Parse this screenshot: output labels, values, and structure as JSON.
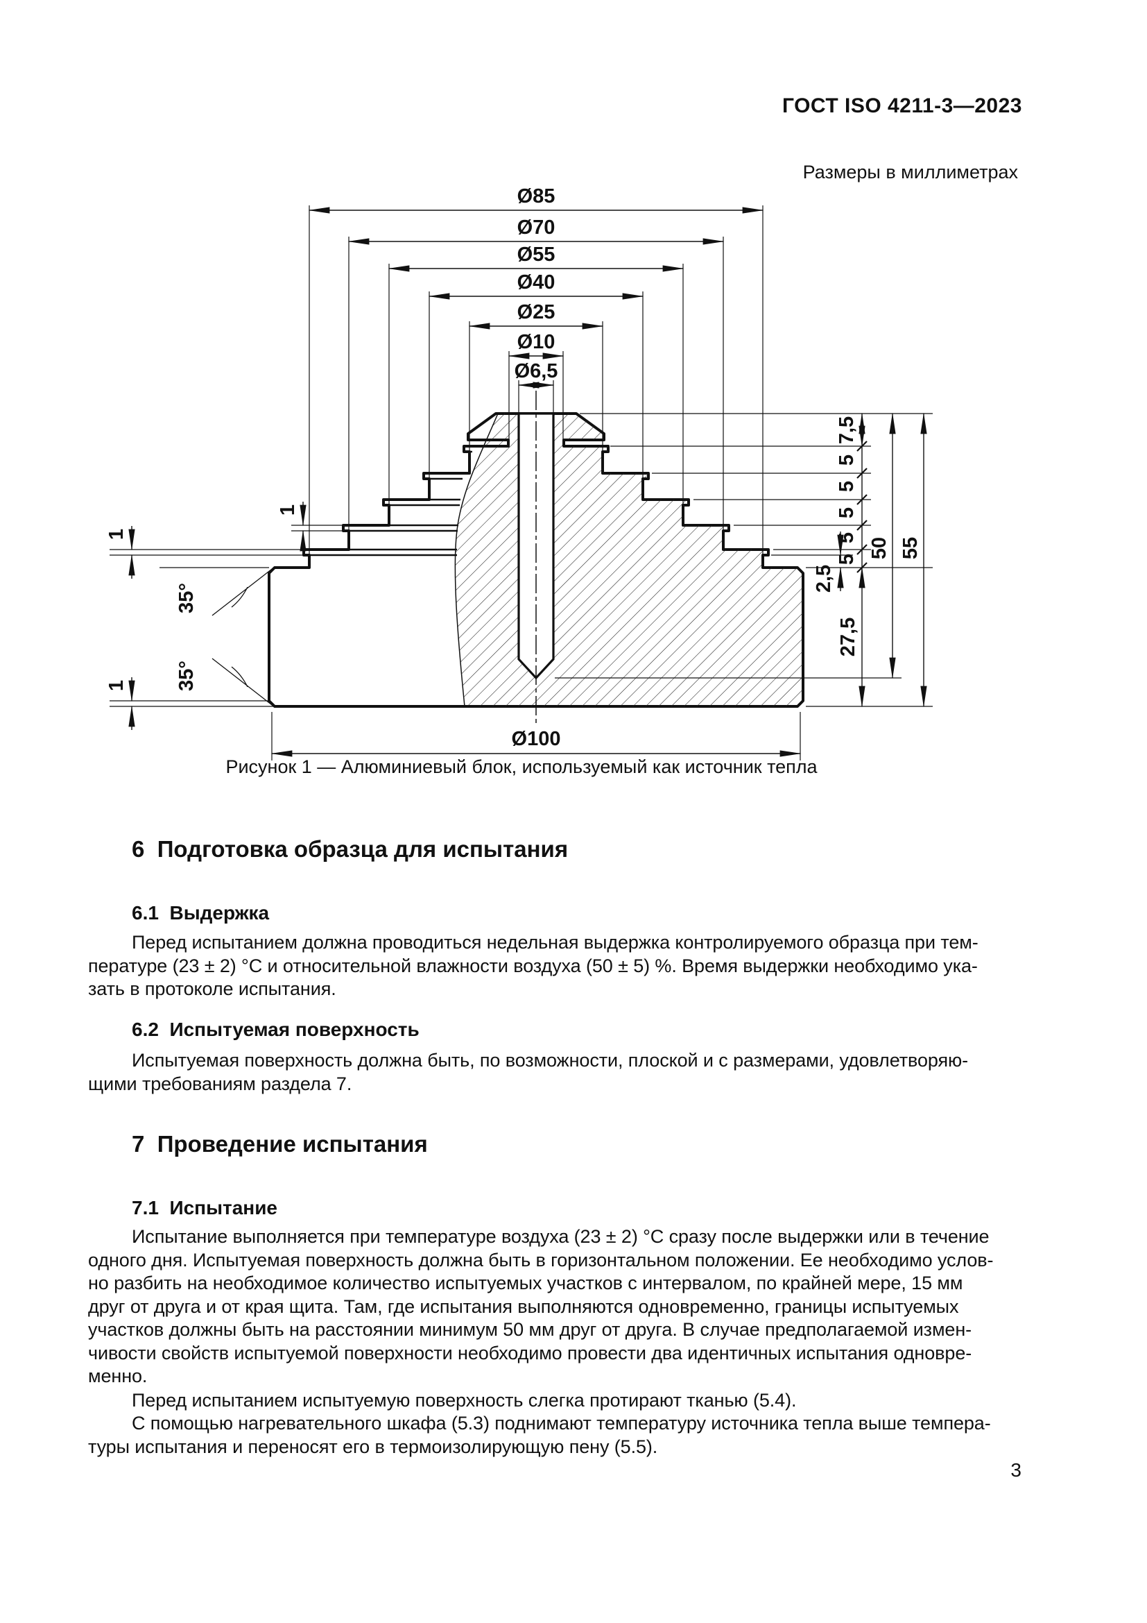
{
  "page": {
    "standard_code": "ГОСТ ISO 4211-3—2023",
    "units_note": "Размеры в миллиметрах",
    "page_number": "3"
  },
  "figure": {
    "caption": "Рисунок 1 — Алюминиевый блок, используемый как источник тепла",
    "dims": {
      "d85": "Ø85",
      "d70": "Ø70",
      "d55": "Ø55",
      "d40": "Ø40",
      "d25": "Ø25",
      "d10": "Ø10",
      "d6_5": "Ø6,5",
      "d100": "Ø100",
      "h7_5": "7,5",
      "s1": "5",
      "s2": "5",
      "s3": "5",
      "s4": "5",
      "s5": "5",
      "h2_5": "2,5",
      "h27_5": "27,5",
      "h50": "50",
      "h55": "55",
      "angle_top": "35°",
      "angle_bottom": "35°",
      "one_a": "1",
      "one_b": "1",
      "one_c": "1"
    }
  },
  "sections": {
    "s6": {
      "heading": "6  Подготовка образца для испытания",
      "s6_1": {
        "heading": "6.1  Выдержка",
        "body": "Перед испытанием должна проводиться недельная выдержка контролируемого образца при тем-\nпературе (23 ± 2) °С и относительной влажности воздуха (50 ± 5) %. Время выдержки необходимо ука-\nзать в протоколе испытания."
      },
      "s6_2": {
        "heading": "6.2  Испытуемая поверхность",
        "body": "Испытуемая поверхность должна быть, по возможности, плоской и с размерами, удовлетворяю-\nщими требованиям раздела 7."
      }
    },
    "s7": {
      "heading": "7  Проведение испытания",
      "s7_1": {
        "heading": "7.1  Испытание",
        "body1": "Испытание выполняется при температуре воздуха (23 ± 2) °С сразу после выдержки или в течение\nодного дня. Испытуемая поверхность должна быть в горизонтальном положении. Ее необходимо услов-\nно разбить на необходимое количество испытуемых участков с интервалом, по крайней мере, 15 мм\nдруг от друга и от края щита. Там, где испытания выполняются одновременно, границы испытуемых\nучастков должны быть на расстоянии минимум 50 мм друг от друга. В случае предполагаемой измен-\nчивости свойств испытуемой поверхности необходимо провести два идентичных испытания одновре-\nменно.",
        "body2": "Перед испытанием испытуемую поверхность слегка протирают тканью (5.4).",
        "body3": "С помощью нагревательного шкафа (5.3) поднимают температуру источника тепла выше темпера-\nтуры испытания и переносят его в термоизолирующую пену (5.5)."
      }
    }
  }
}
